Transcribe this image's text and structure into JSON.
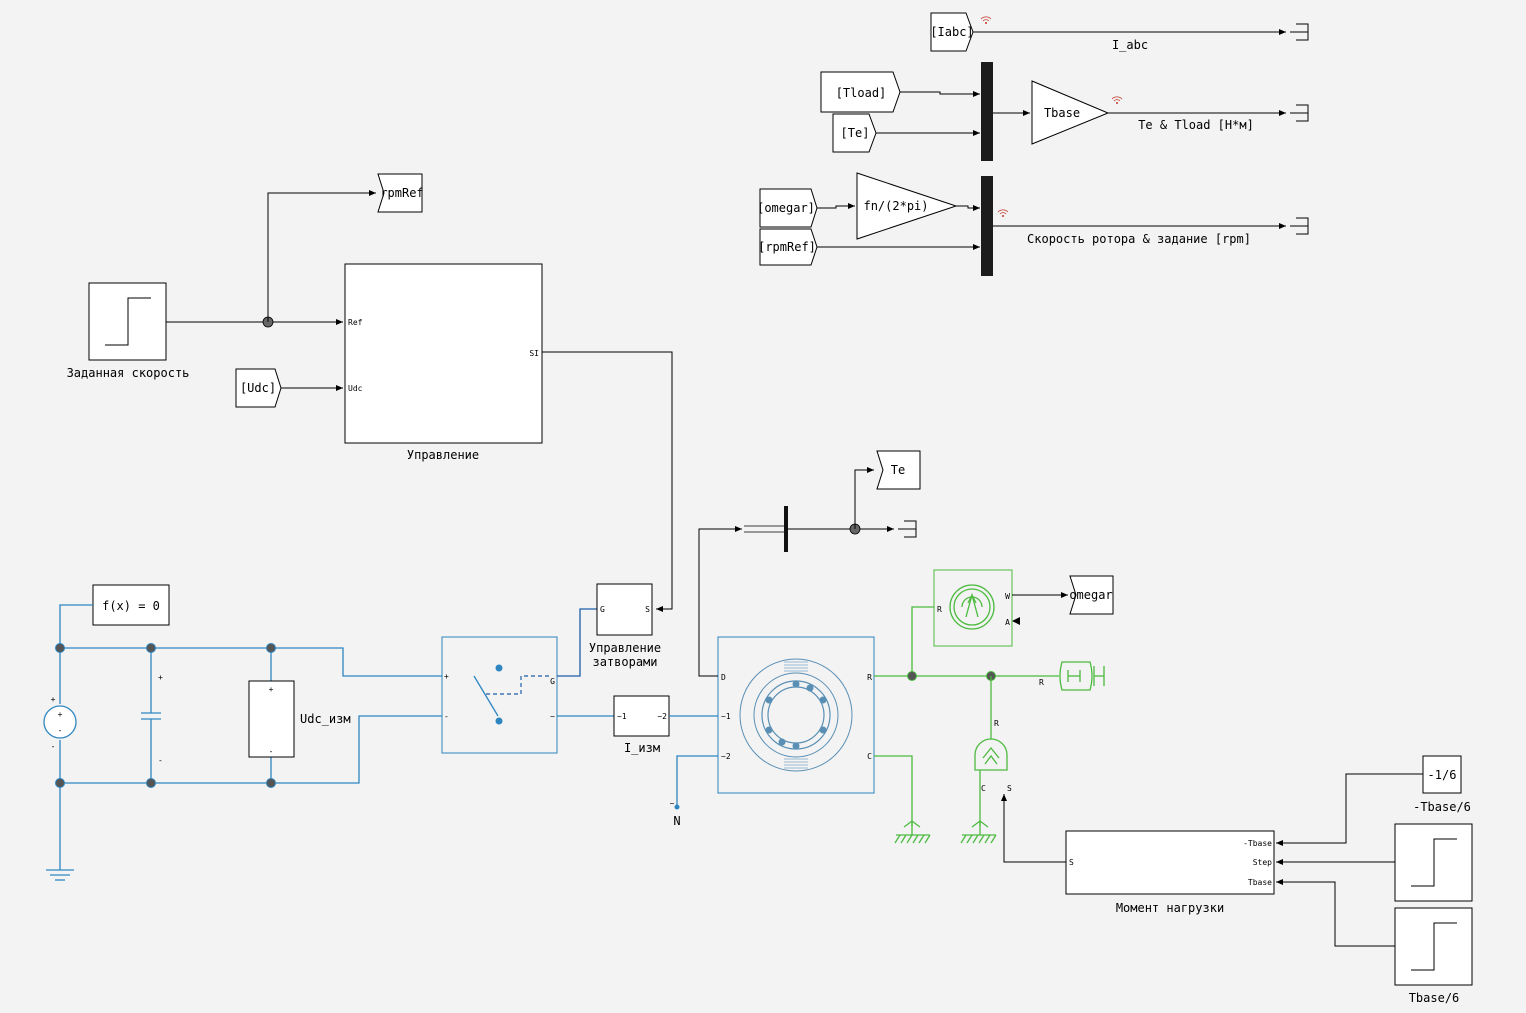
{
  "colors": {
    "background": "#f3f3f3",
    "signal": "#000000",
    "electrical": "#2e86c1",
    "mechanical": "#4cbb3f",
    "gate_signal": "#1f5fa8",
    "wireless": "#c0392b"
  },
  "tags": {
    "iabc": "[Iabc]",
    "tload": "[Tload]",
    "te_from": "[Te]",
    "omegar_from": "[omegar]",
    "rpmref_from": "[rpmRef]",
    "udc_from": "[Udc]",
    "rpmref_goto": "rpmRef",
    "te_goto": "Te",
    "omegar_goto": "omegar"
  },
  "blocks": {
    "gain_tbase": "Tbase",
    "gain_fn": "fn/(2*pi)",
    "fx": "f(x) = 0",
    "const_value": "-1/6",
    "const_name": "-Tbase/6",
    "step_tbase_name": "Tbase/6",
    "speed_ref_name": "Заданная скорость",
    "control_name": "Управление",
    "gate_control_name_1": "Управление",
    "gate_control_name_2": "затворами",
    "udc_meas_name": "Udc_изм",
    "i_meas_name": "I_изм",
    "load_torque_name": "Момент нагрузки"
  },
  "scopes": {
    "iabc_label": "I_abc",
    "torque_label": "Te & Tload [Н*м]",
    "speed_label": "Скорость ротора & задание [rpm]"
  },
  "ports": {
    "ref": "Ref",
    "udc": "Udc",
    "si": "SI",
    "g": "G",
    "s": "S",
    "plus": "+",
    "minus": "-",
    "tilde": "~",
    "tilde1": "~1",
    "tilde2": "~2",
    "d": "D",
    "r": "R",
    "c": "C",
    "w": "W",
    "a": "A",
    "minus_tbase": "-Tbase",
    "step": "Step",
    "tbase": "Tbase",
    "neutral_top": "~",
    "neutral_bottom": "N"
  }
}
